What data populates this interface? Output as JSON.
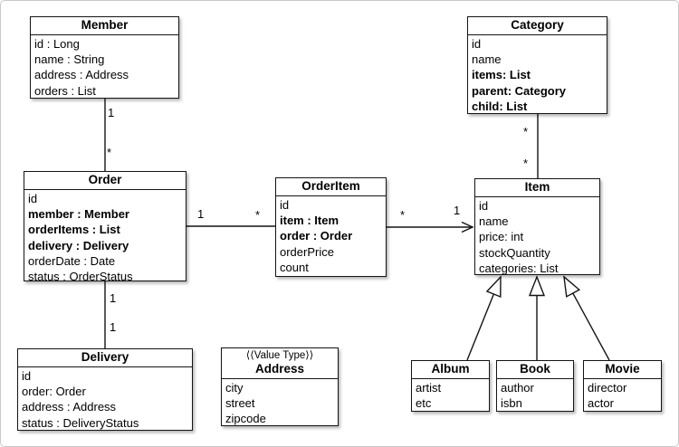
{
  "diagram": {
    "kind": "uml-class-diagram",
    "colors": {
      "line": "#141414",
      "background": "#ffffff",
      "frame_border": "#c9c9c9"
    }
  },
  "classes": {
    "member": {
      "name": "Member",
      "attrs": [
        {
          "text": "id : Long",
          "bold": false
        },
        {
          "text": "name : String",
          "bold": false
        },
        {
          "text": "address : Address",
          "bold": false
        },
        {
          "text": "orders : List",
          "bold": false
        }
      ]
    },
    "order": {
      "name": "Order",
      "attrs": [
        {
          "text": "id",
          "bold": false
        },
        {
          "text": "member : Member",
          "bold": true
        },
        {
          "text": "orderItems : List",
          "bold": true
        },
        {
          "text": "delivery : Delivery",
          "bold": true
        },
        {
          "text": "orderDate : Date",
          "bold": false
        },
        {
          "text": "status : OrderStatus",
          "bold": false
        }
      ]
    },
    "orderitem": {
      "name": "OrderItem",
      "attrs": [
        {
          "text": "id",
          "bold": false
        },
        {
          "text": "item : Item",
          "bold": true
        },
        {
          "text": "order : Order",
          "bold": true
        },
        {
          "text": "orderPrice",
          "bold": false
        },
        {
          "text": "count",
          "bold": false
        }
      ]
    },
    "category": {
      "name": "Category",
      "attrs": [
        {
          "text": "id",
          "bold": false
        },
        {
          "text": "name",
          "bold": false
        },
        {
          "text": "items: List",
          "bold": true
        },
        {
          "text": "parent: Category",
          "bold": true
        },
        {
          "text": "child: List",
          "bold": true
        }
      ]
    },
    "item": {
      "name": "Item",
      "attrs": [
        {
          "text": "id",
          "bold": false
        },
        {
          "text": "name",
          "bold": false
        },
        {
          "text": "price: int",
          "bold": false
        },
        {
          "text": "stockQuantity",
          "bold": false
        },
        {
          "text": "categories: List",
          "bold": false
        }
      ]
    },
    "delivery": {
      "name": "Delivery",
      "attrs": [
        {
          "text": "id",
          "bold": false
        },
        {
          "text": "order: Order",
          "bold": false
        },
        {
          "text": "address : Address",
          "bold": false
        },
        {
          "text": "status : DeliveryStatus",
          "bold": false
        }
      ]
    },
    "address": {
      "stereotype": "⟨⟨Value Type⟩⟩",
      "name": "Address",
      "attrs": [
        {
          "text": "city",
          "bold": false
        },
        {
          "text": "street",
          "bold": false
        },
        {
          "text": "zipcode",
          "bold": false
        }
      ]
    },
    "album": {
      "name": "Album",
      "attrs": [
        {
          "text": "artist",
          "bold": false
        },
        {
          "text": "etc",
          "bold": false
        }
      ]
    },
    "book": {
      "name": "Book",
      "attrs": [
        {
          "text": "author",
          "bold": false
        },
        {
          "text": "isbn",
          "bold": false
        }
      ]
    },
    "movie": {
      "name": "Movie",
      "attrs": [
        {
          "text": "director",
          "bold": false
        },
        {
          "text": "actor",
          "bold": false
        }
      ]
    }
  },
  "relationships": [
    {
      "from": "Member",
      "to": "Order",
      "type": "association",
      "from_mult": "1",
      "to_mult": "*"
    },
    {
      "from": "Order",
      "to": "OrderItem",
      "type": "association",
      "from_mult": "1",
      "to_mult": "*"
    },
    {
      "from": "OrderItem",
      "to": "Item",
      "type": "directed-association",
      "from_mult": "*",
      "to_mult": "1"
    },
    {
      "from": "Category",
      "to": "Item",
      "type": "association",
      "from_mult": "*",
      "to_mult": "*"
    },
    {
      "from": "Order",
      "to": "Delivery",
      "type": "association",
      "from_mult": "1",
      "to_mult": "1"
    },
    {
      "from": "Album",
      "to": "Item",
      "type": "generalization"
    },
    {
      "from": "Book",
      "to": "Item",
      "type": "generalization"
    },
    {
      "from": "Movie",
      "to": "Item",
      "type": "generalization"
    }
  ],
  "mult_labels": {
    "member_order_1": "1",
    "member_order_many": "*",
    "order_orderitem_1": "1",
    "order_orderitem_many": "*",
    "orderitem_item_many": "*",
    "orderitem_item_1": "1",
    "category_item_many_a": "*",
    "category_item_many_b": "*",
    "order_delivery_1a": "1",
    "order_delivery_1b": "1"
  }
}
